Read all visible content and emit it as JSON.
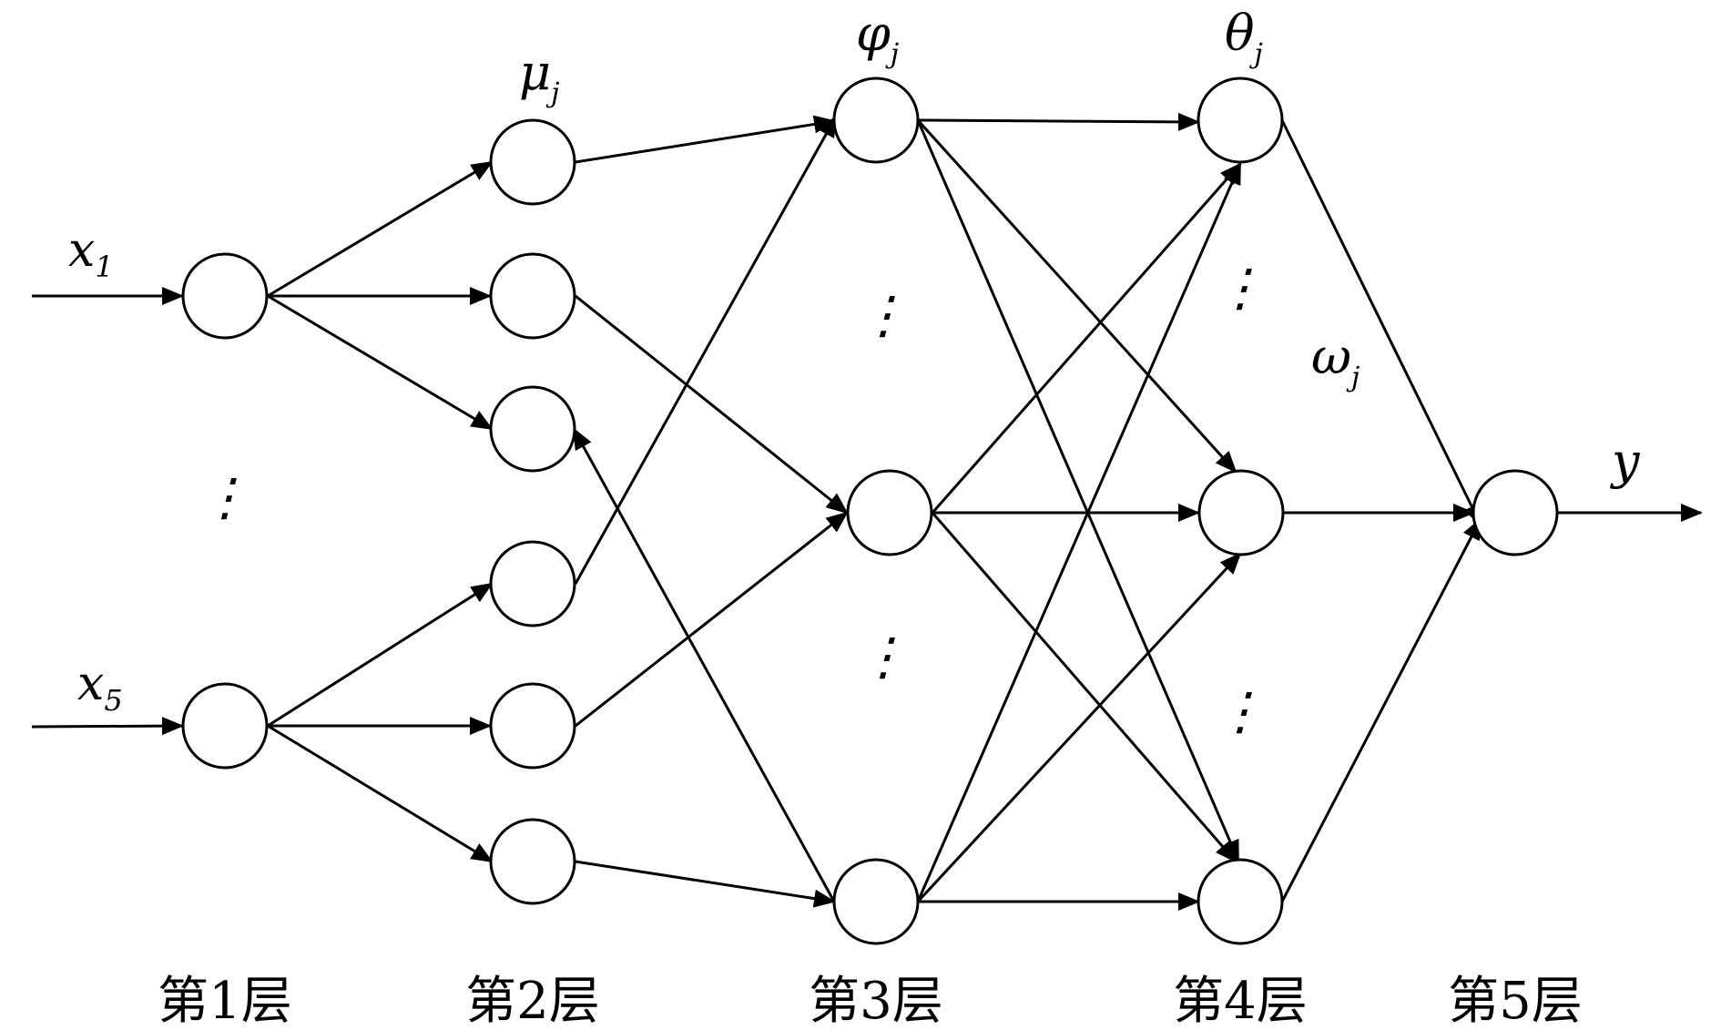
{
  "inputs": [
    {
      "symbol": "x",
      "sub": "1"
    },
    {
      "symbol": "x",
      "sub": "5"
    }
  ],
  "layer_symbols": [
    {
      "symbol": "μ",
      "sub": "j"
    },
    {
      "symbol": "φ",
      "sub": "j"
    },
    {
      "symbol": "θ",
      "sub": "j"
    },
    {
      "symbol": "ω",
      "sub": "j"
    }
  ],
  "output_symbol": "y",
  "layer_labels": [
    "第1层",
    "第2层",
    "第3层",
    "第4层",
    "第5层"
  ],
  "ellipsis_glyph": "⋮"
}
